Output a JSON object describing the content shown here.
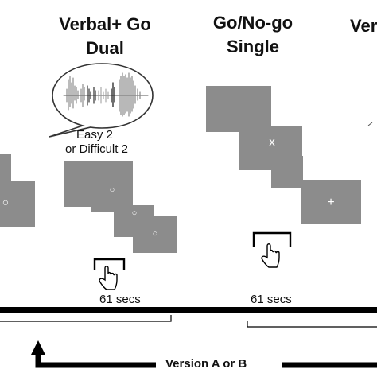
{
  "titles": {
    "dual_line1": "Verbal+ Go",
    "dual_line2": "Dual",
    "single_line1": "Go/No-go",
    "single_line2": "Single",
    "right_partial": "Ver"
  },
  "speech_bubble": {
    "line1": "Easy 2",
    "line2": "or Difficult 2"
  },
  "durations": {
    "dual": "61 secs",
    "single": "61 secs"
  },
  "stimuli": {
    "circle": "○",
    "cross": "x",
    "plus": "+"
  },
  "bottom": {
    "version_label": "Version A or B"
  }
}
